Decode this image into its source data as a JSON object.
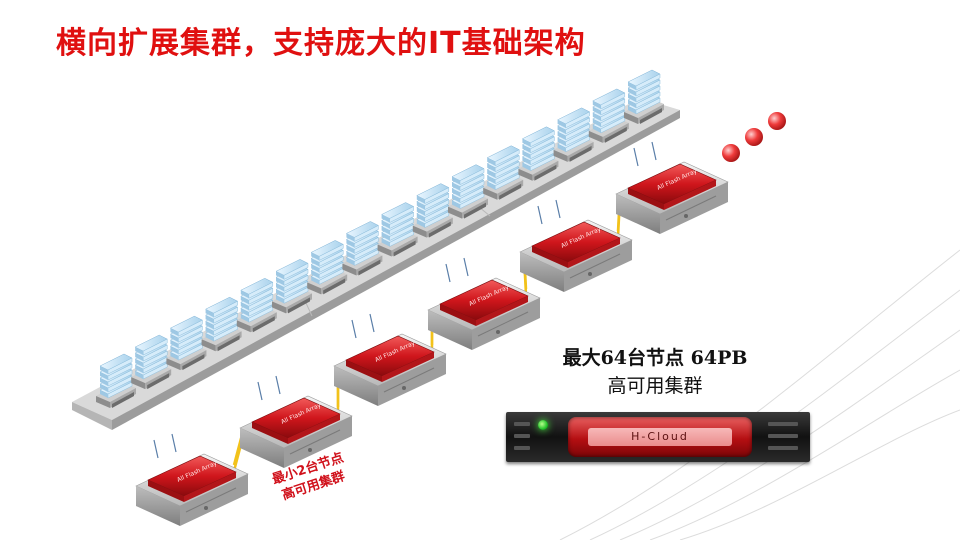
{
  "title": "横向扩展集群，支持庞大的IT基础架构",
  "node_label": "All Flash Array",
  "max_caption": {
    "line1": "最大64台节点 64PB",
    "line2": "高可用集群"
  },
  "min_caption": {
    "line1": "最小2台节点",
    "line2": "高可用集群"
  },
  "hcloud_label": "H-Cloud",
  "colors": {
    "title": "#e01010",
    "node_red": "#d0161c",
    "link_yellow": "#f2c21a",
    "dot_red": "#ef3b3b"
  },
  "nodes_count": 6,
  "server_stacks_count": 16
}
